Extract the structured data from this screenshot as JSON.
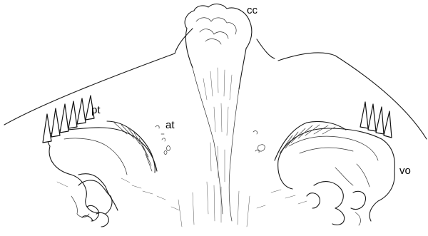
{
  "labels": {
    "cc": "cc",
    "pt": "pt",
    "at": "at",
    "vo": "vo"
  },
  "colors": {
    "line": "#1a1a1a",
    "background": "#ffffff"
  }
}
